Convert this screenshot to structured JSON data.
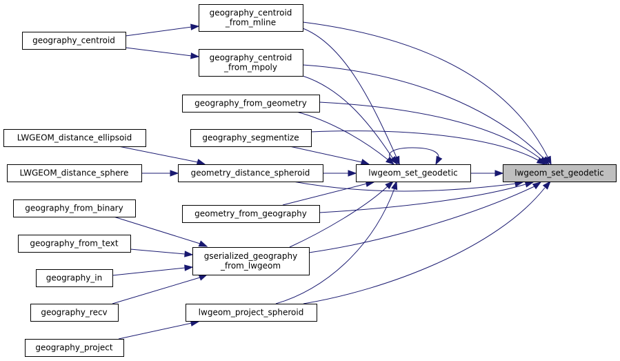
{
  "title": "Caller graph for lwgeom_set_geodetic",
  "colors": {
    "edge": "#191970",
    "target_fill": "#bfbfbf",
    "node_fill": "#ffffff",
    "node_border": "#000000"
  },
  "nodes": [
    {
      "id": "target",
      "lines": [
        "lwgeom_set_geodetic"
      ],
      "target": true
    },
    {
      "id": "set_geodetic_mid",
      "lines": [
        "lwgeom_set_geodetic"
      ]
    },
    {
      "id": "centroid_mline",
      "lines": [
        "geography_centroid",
        "_from_mline"
      ]
    },
    {
      "id": "centroid_mpoly",
      "lines": [
        "geography_centroid",
        "_from_mpoly"
      ]
    },
    {
      "id": "geography_centroid",
      "lines": [
        "geography_centroid"
      ]
    },
    {
      "id": "from_geometry",
      "lines": [
        "geography_from_geometry"
      ]
    },
    {
      "id": "segmentize",
      "lines": [
        "geography_segmentize"
      ]
    },
    {
      "id": "dist_ellipsoid",
      "lines": [
        "LWGEOM_distance_ellipsoid"
      ]
    },
    {
      "id": "dist_sphere",
      "lines": [
        "LWGEOM_distance_sphere"
      ]
    },
    {
      "id": "dist_spheroid",
      "lines": [
        "geometry_distance_spheroid"
      ]
    },
    {
      "id": "geom_from_geog",
      "lines": [
        "geometry_from_geography"
      ]
    },
    {
      "id": "from_binary",
      "lines": [
        "geography_from_binary"
      ]
    },
    {
      "id": "from_text",
      "lines": [
        "geography_from_text"
      ]
    },
    {
      "id": "geog_in",
      "lines": [
        "geography_in"
      ]
    },
    {
      "id": "geog_recv",
      "lines": [
        "geography_recv"
      ]
    },
    {
      "id": "gser_from_lwgeom",
      "lines": [
        "gserialized_geography",
        "_from_lwgeom"
      ]
    },
    {
      "id": "project_spheroid",
      "lines": [
        "lwgeom_project_spheroid"
      ]
    },
    {
      "id": "geog_project",
      "lines": [
        "geography_project"
      ]
    }
  ],
  "edges": [
    {
      "from": "geography_centroid",
      "to": "centroid_mline"
    },
    {
      "from": "geography_centroid",
      "to": "centroid_mpoly"
    },
    {
      "from": "centroid_mline",
      "to": "set_geodetic_mid"
    },
    {
      "from": "centroid_mline",
      "to": "target"
    },
    {
      "from": "centroid_mpoly",
      "to": "set_geodetic_mid"
    },
    {
      "from": "centroid_mpoly",
      "to": "target"
    },
    {
      "from": "from_geometry",
      "to": "set_geodetic_mid"
    },
    {
      "from": "from_geometry",
      "to": "target"
    },
    {
      "from": "segmentize",
      "to": "set_geodetic_mid"
    },
    {
      "from": "segmentize",
      "to": "target"
    },
    {
      "from": "dist_ellipsoid",
      "to": "dist_spheroid"
    },
    {
      "from": "dist_sphere",
      "to": "dist_spheroid"
    },
    {
      "from": "dist_spheroid",
      "to": "set_geodetic_mid"
    },
    {
      "from": "dist_spheroid",
      "to": "target"
    },
    {
      "from": "set_geodetic_mid",
      "to": "set_geodetic_mid"
    },
    {
      "from": "set_geodetic_mid",
      "to": "target"
    },
    {
      "from": "geom_from_geog",
      "to": "set_geodetic_mid"
    },
    {
      "from": "geom_from_geog",
      "to": "target"
    },
    {
      "from": "from_binary",
      "to": "gser_from_lwgeom"
    },
    {
      "from": "from_text",
      "to": "gser_from_lwgeom"
    },
    {
      "from": "geog_in",
      "to": "gser_from_lwgeom"
    },
    {
      "from": "geog_recv",
      "to": "gser_from_lwgeom"
    },
    {
      "from": "gser_from_lwgeom",
      "to": "set_geodetic_mid"
    },
    {
      "from": "gser_from_lwgeom",
      "to": "target"
    },
    {
      "from": "project_spheroid",
      "to": "set_geodetic_mid"
    },
    {
      "from": "project_spheroid",
      "to": "target"
    },
    {
      "from": "geog_project",
      "to": "project_spheroid"
    }
  ]
}
